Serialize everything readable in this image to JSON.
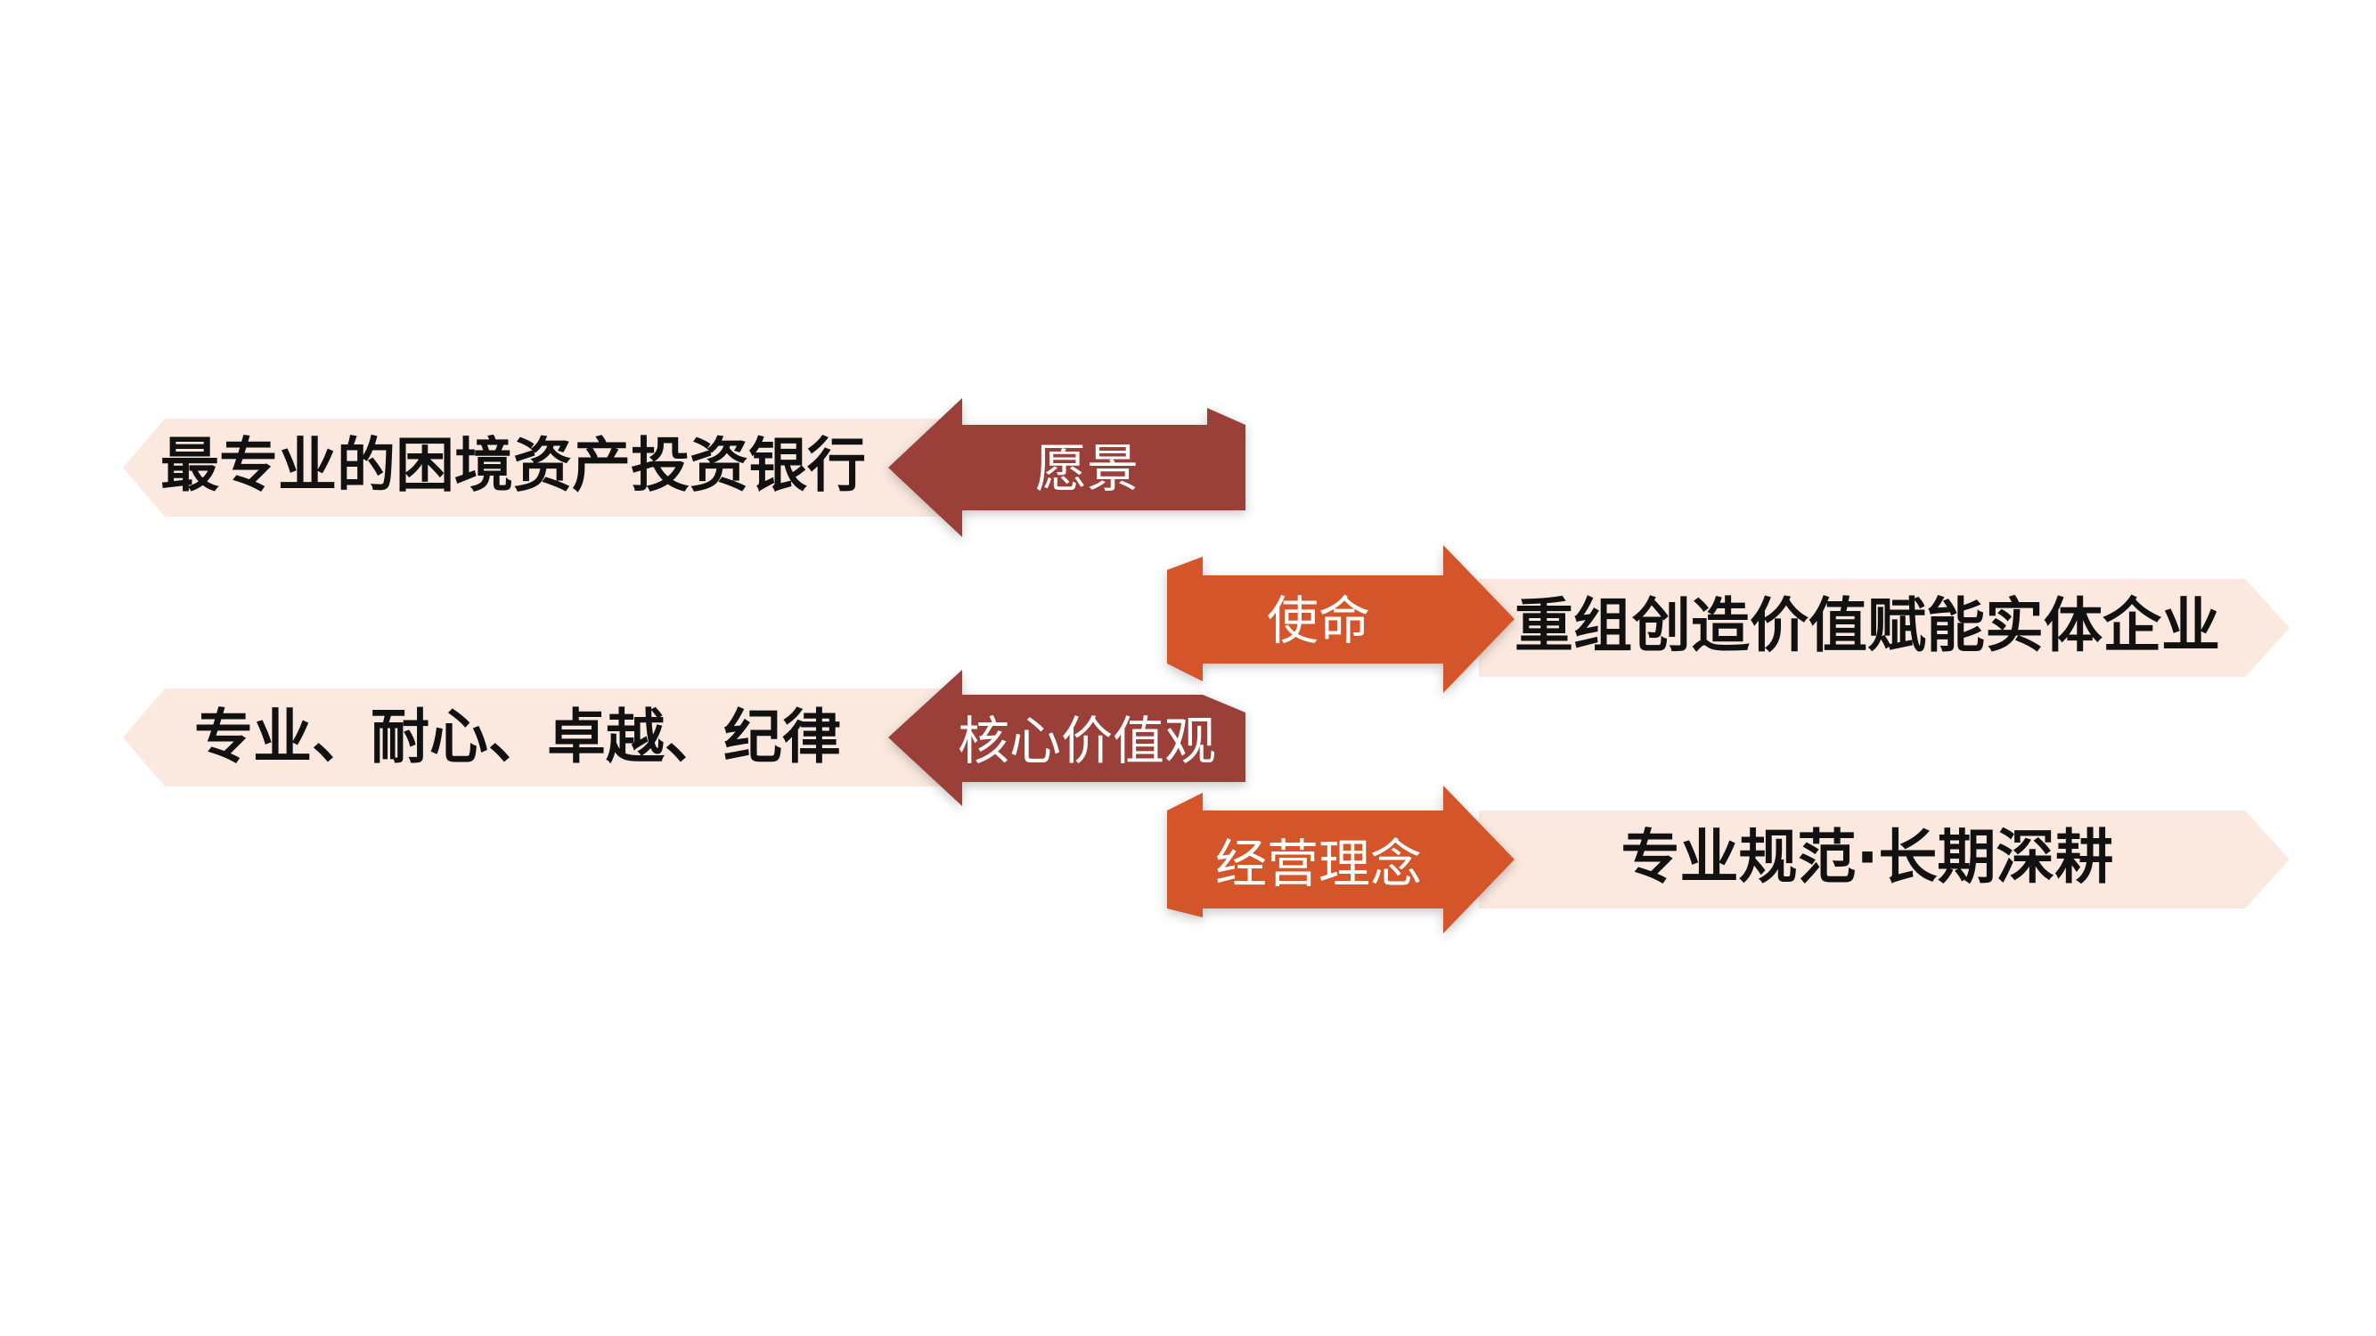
{
  "colors": {
    "banner_fill": "#fbe9df",
    "dark_arrow": "#9b3f38",
    "orange_arrow": "#d4552a",
    "text_dark": "#111111",
    "text_light": "#ffffff"
  },
  "rows": [
    {
      "id": "vision",
      "label": "愿景",
      "text": "最专业的困境资产投资银行",
      "direction": "left"
    },
    {
      "id": "mission",
      "label": "使命",
      "text": "重组创造价值赋能实体企业",
      "direction": "right"
    },
    {
      "id": "core-values",
      "label": "核心价值观",
      "text": "专业、耐心、卓越、纪律",
      "direction": "left"
    },
    {
      "id": "philosophy",
      "label": "经营理念",
      "text": "专业规范·长期深耕",
      "direction": "right"
    }
  ]
}
